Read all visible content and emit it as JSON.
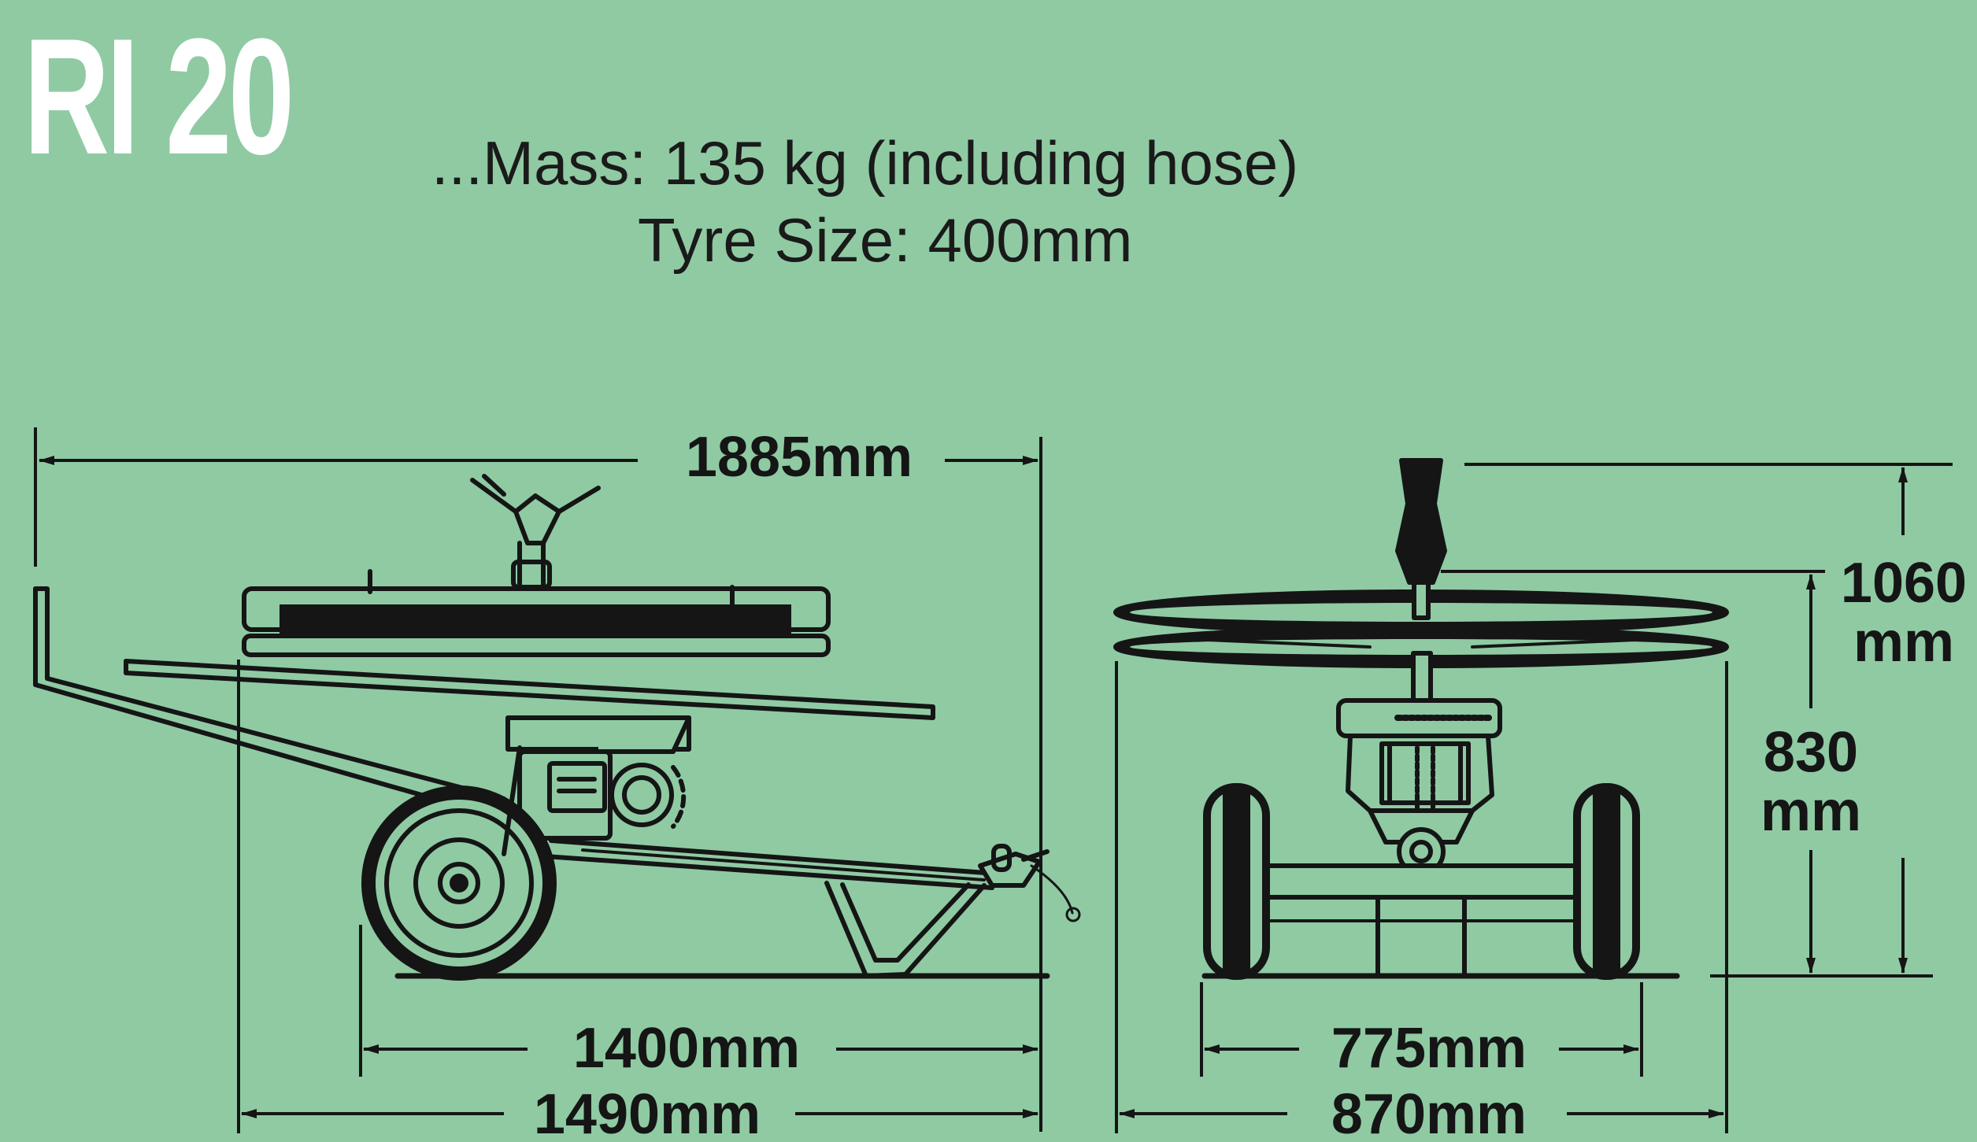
{
  "header": {
    "model": "RI 20",
    "mass": "...Mass: 135 kg (including hose)",
    "tyre_size": "Tyre Size: 400mm"
  },
  "dimensions": {
    "overall_length": "1885mm",
    "wheelbase_length": "1400mm",
    "frame_length": "1490mm",
    "track_inner": "775mm",
    "track_outer": "870mm",
    "height_total_value": "1060",
    "height_total_unit": "mm",
    "height_frame_value": "830",
    "height_frame_unit": "mm"
  },
  "colors": {
    "background": "#8fcaa3",
    "line": "#151515",
    "title": "#ffffff"
  }
}
